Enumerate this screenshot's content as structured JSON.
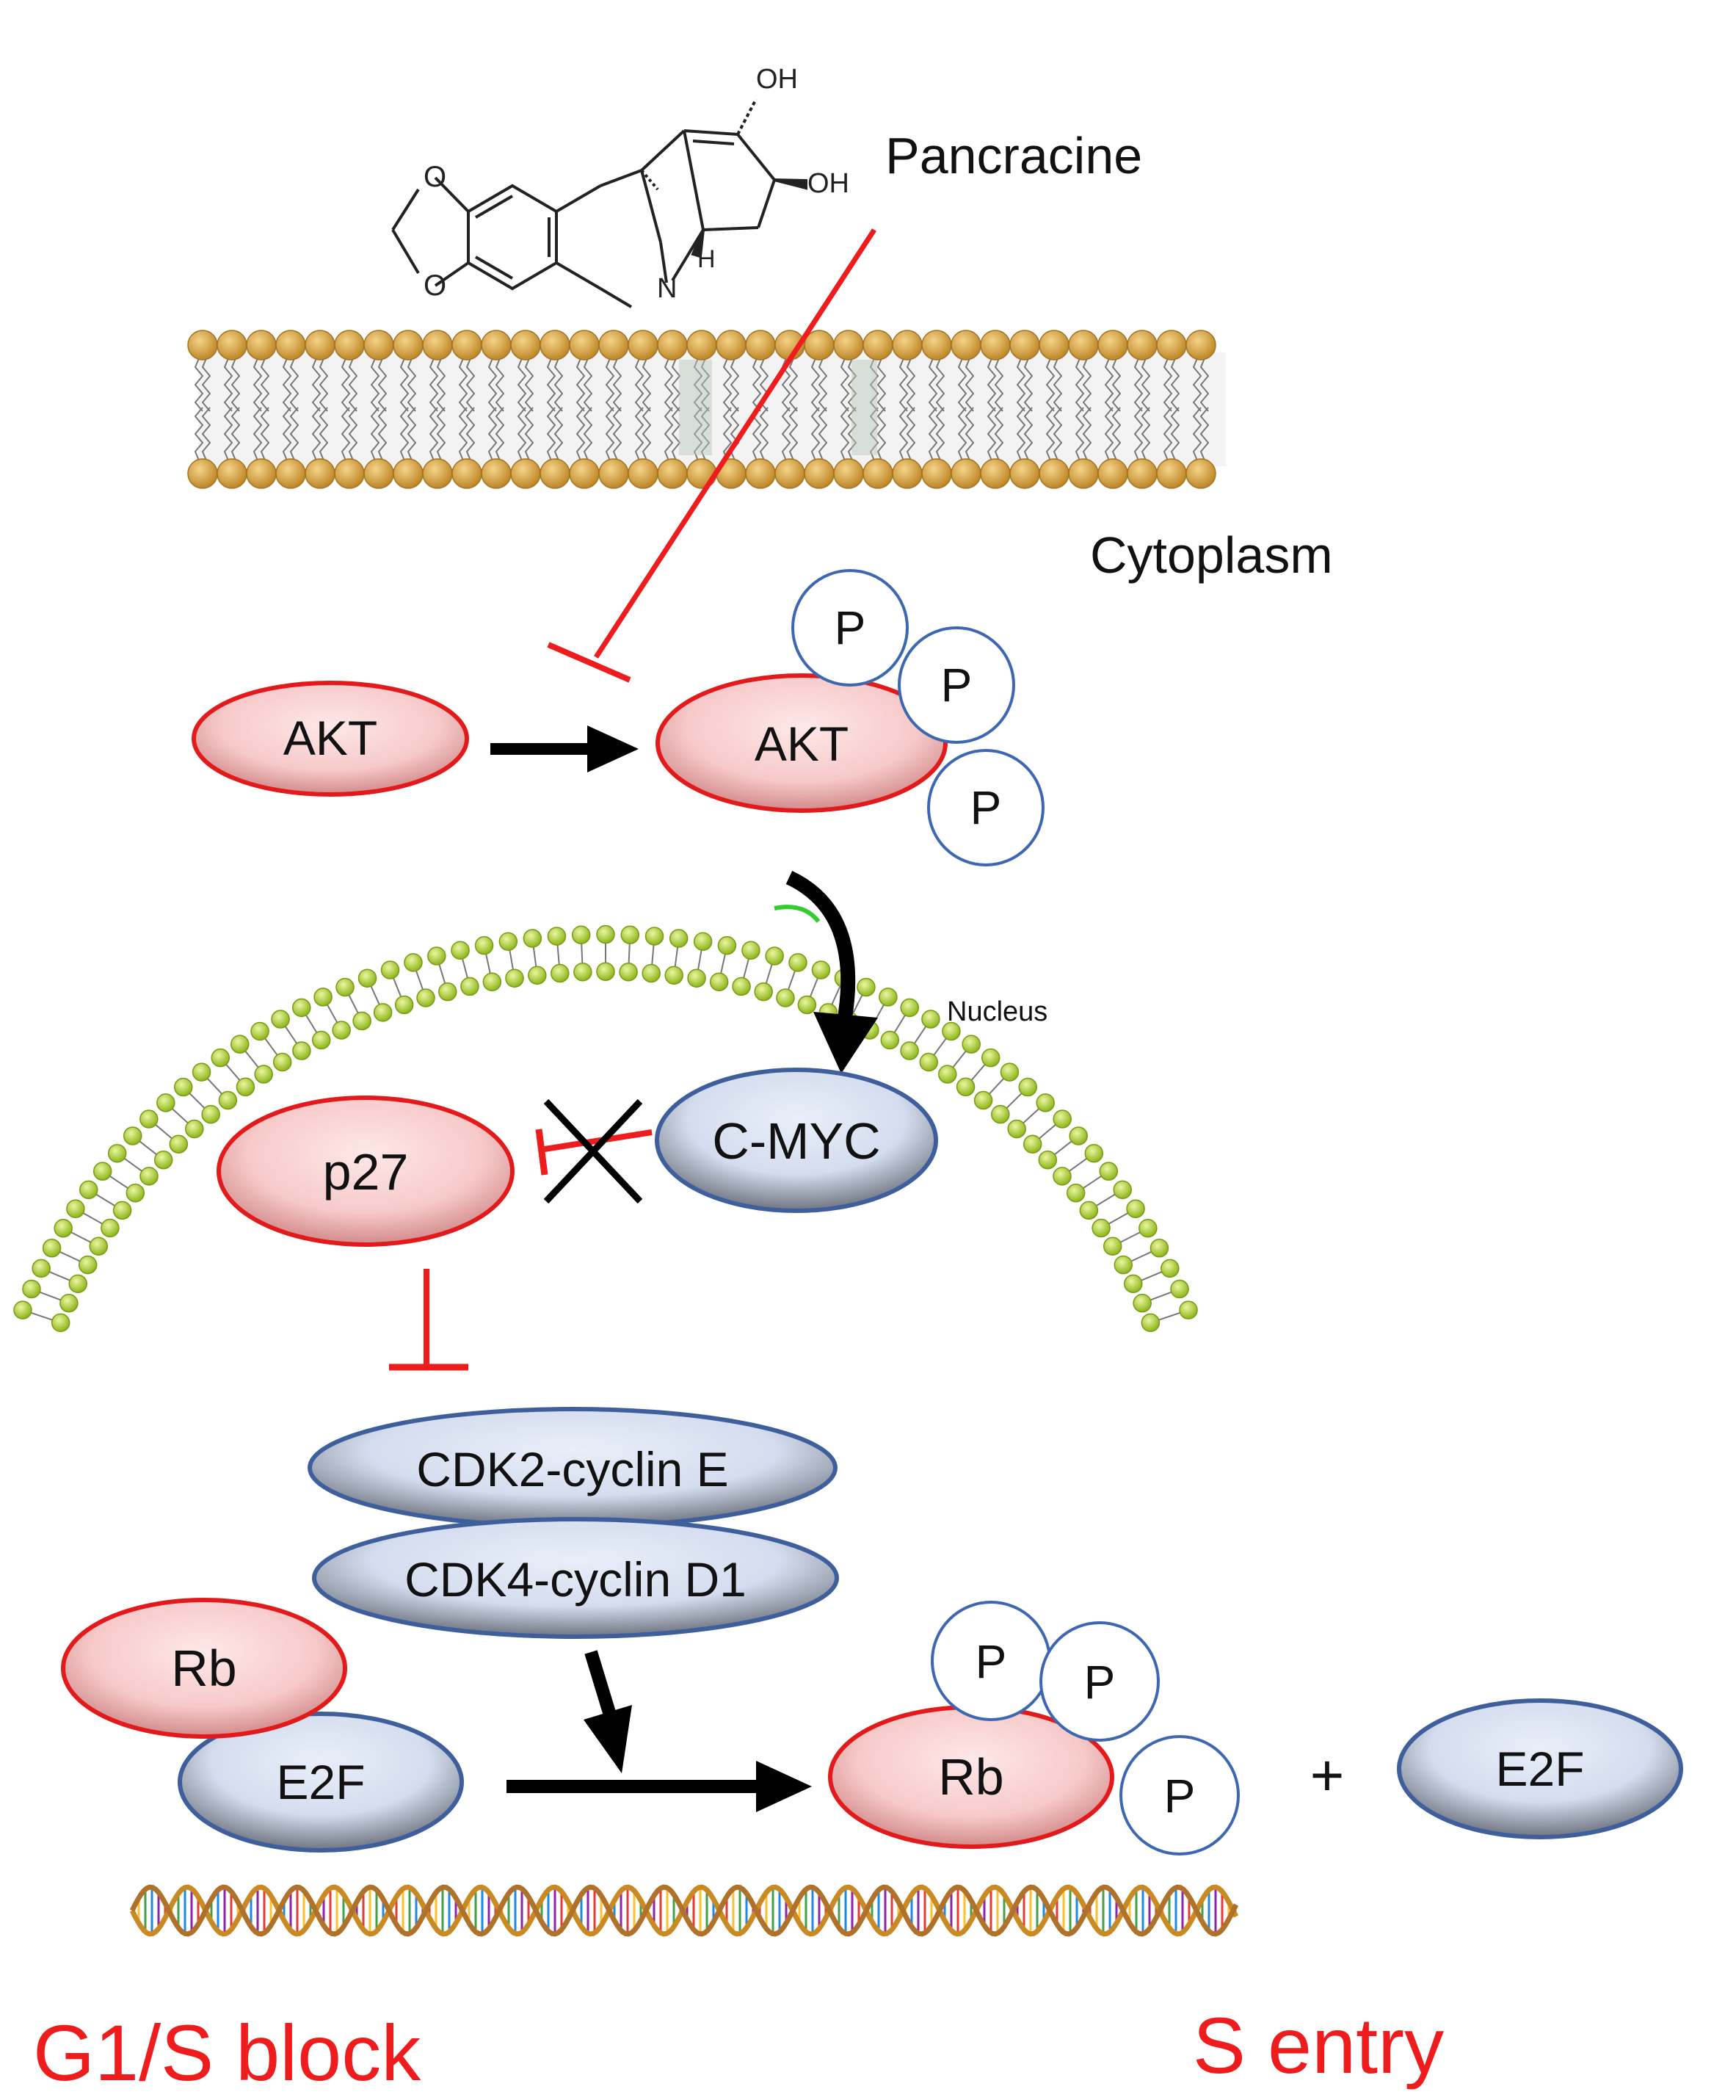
{
  "compound": {
    "name": "Pancracine",
    "oh_top": "OH",
    "oh_mid": "OH",
    "n_label": "N",
    "h_label": "H",
    "o_top": "O",
    "o_bottom": "O"
  },
  "compartments": {
    "cytoplasm": "Cytoplasm",
    "nucleus": "Nucleus"
  },
  "nodes": {
    "akt": "AKT",
    "akt_p": "AKT",
    "cmyc": "C-MYC",
    "p27": "p27",
    "cdk2": "CDK2-cyclin E",
    "cdk4": "CDK4-cyclin D1",
    "rb": "Rb",
    "e2f": "E2F",
    "rb_p": "Rb",
    "e2f_free": "E2F",
    "phospho": "P",
    "plus": "+"
  },
  "outcomes": {
    "block": "G1/S block",
    "entry": "S entry"
  },
  "colors": {
    "pink_fill": "#f7c9c9",
    "pink_stroke": "#e31a1c",
    "blue_fill": "#d7e0f0",
    "blue_stroke": "#3f5f9c",
    "inhibit": "#ee1c1c",
    "arrow": "#000000",
    "label_red": "#ee1c1c",
    "membrane_head": "#d9a443",
    "nuclear_head": "#b5d334"
  }
}
